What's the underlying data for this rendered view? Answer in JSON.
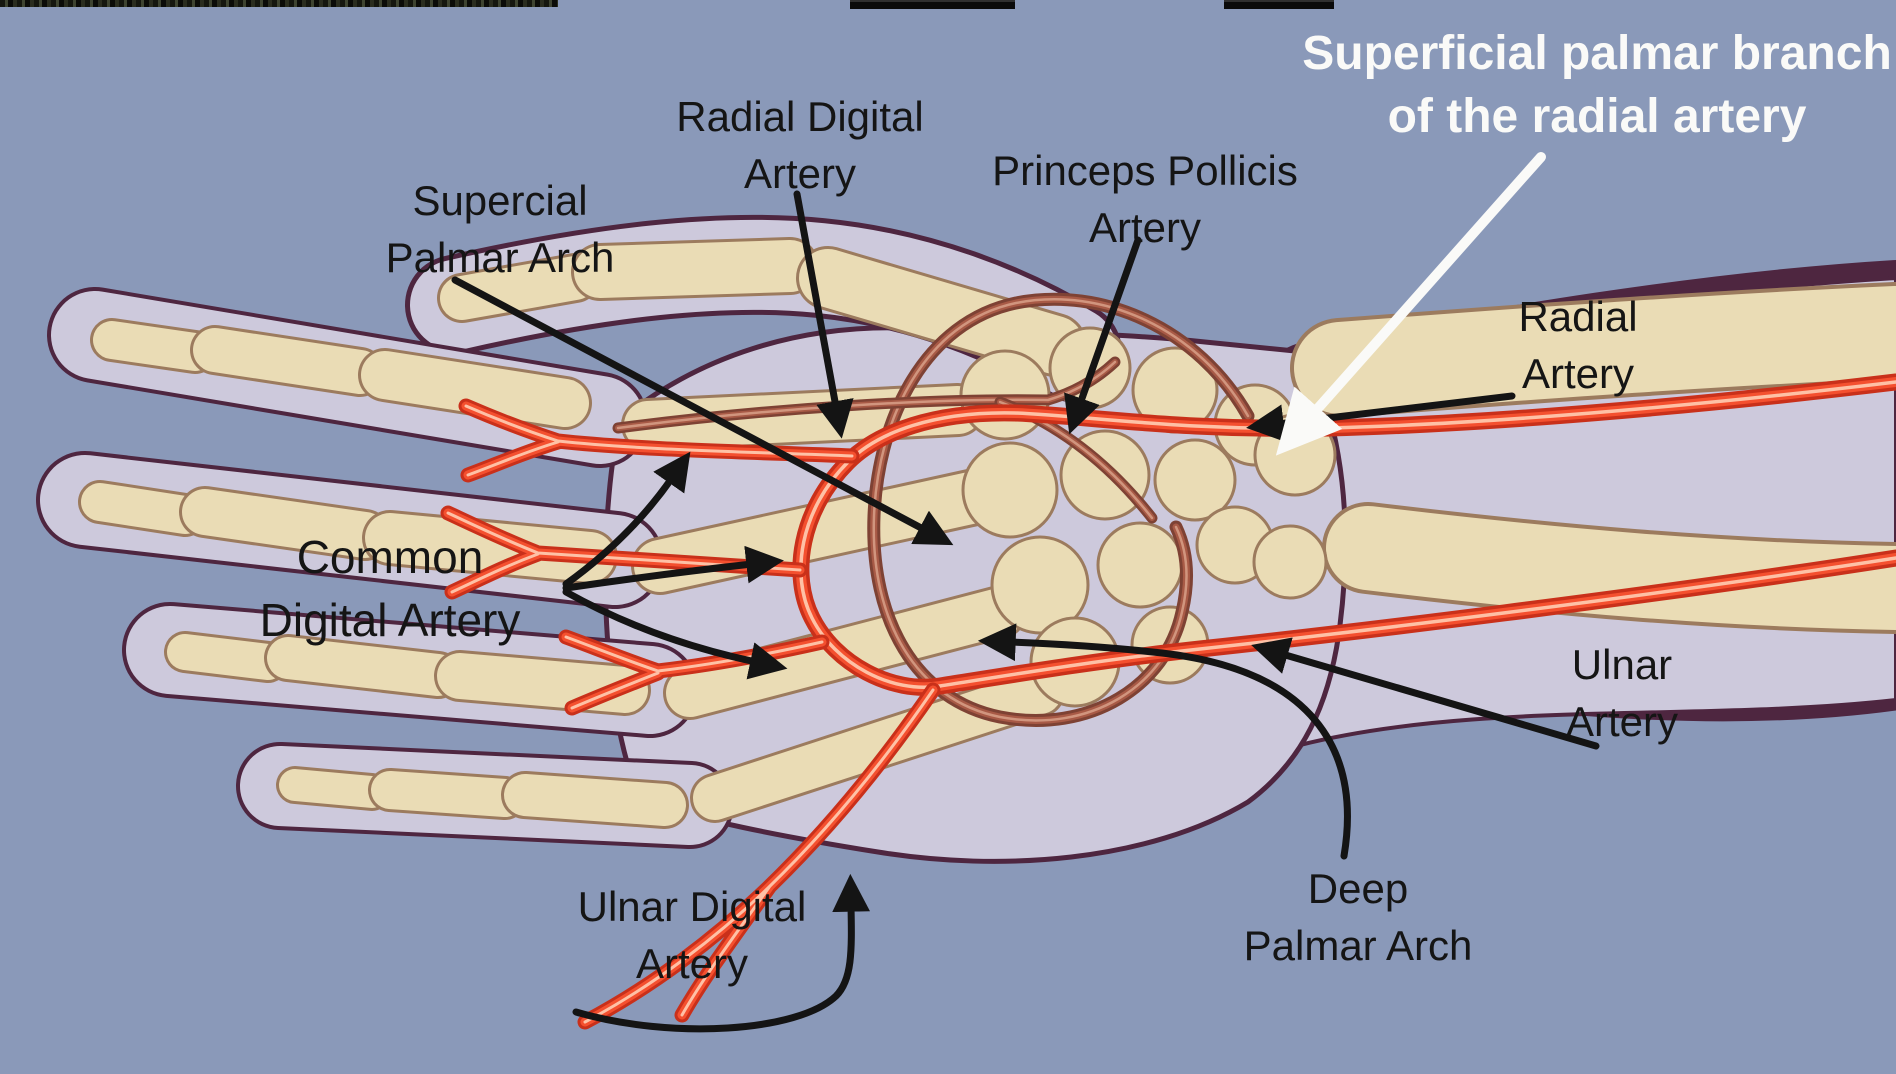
{
  "figure": {
    "title_note": "Anatomical diagram of the arteries of the hand (dorsal-radial view, fingers pointing left)"
  },
  "labels": {
    "radial_digital": {
      "line1": "Radial Digital",
      "line2": "Artery"
    },
    "supercial_palmar_arch": {
      "line1": "Supercial",
      "line2": "Palmar Arch"
    },
    "princeps_pollicis": {
      "line1": "Princeps Pollicis",
      "line2": "Artery"
    },
    "superficial_palmar_branch": {
      "line1": "Superficial palmar branch",
      "line2": "of the radial artery"
    },
    "radial_artery": {
      "line1": "Radial",
      "line2": "Artery"
    },
    "common_digital": {
      "line1": "Common",
      "line2": "Digital Artery"
    },
    "ulnar_digital": {
      "line1": "Ulnar Digital",
      "line2": "Artery"
    },
    "deep_palmar_arch": {
      "line1": "Deep",
      "line2": "Palmar Arch"
    },
    "ulnar_artery": {
      "line1": "Ulnar",
      "line2": "Artery"
    }
  },
  "colors": {
    "background": "#8A99B9",
    "skin": "#CDC9DC",
    "skin_outline": "#4E2640",
    "bone": "#EADCB5",
    "bone_outline": "#9C7B5E",
    "artery_superficial": "#F4502F",
    "artery_deep": "#A85A46",
    "label_black": "#151515",
    "label_white": "#FAFAF8"
  }
}
